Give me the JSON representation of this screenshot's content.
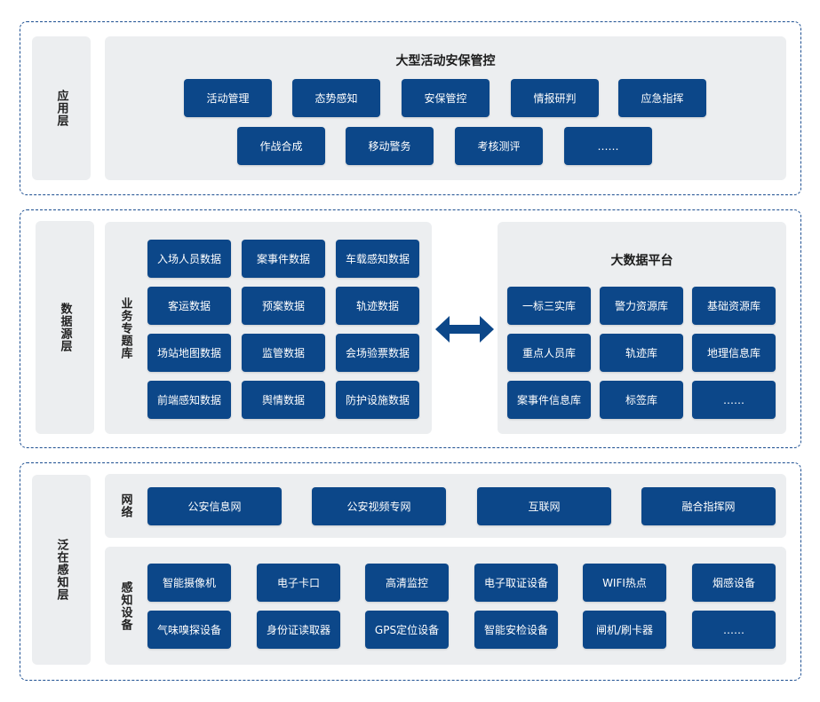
{
  "application_layer": {
    "label": "应用层",
    "title": "大型活动安保管控",
    "row1": [
      "活动管理",
      "态势感知",
      "安保管控",
      "情报研判",
      "应急指挥"
    ],
    "row2": [
      "作战合成",
      "移动警务",
      "考核测评",
      "……"
    ]
  },
  "data_layer": {
    "label": "数据源层",
    "business_label": "业务专题库",
    "business_items": [
      [
        "入场人员数据",
        "案事件数据",
        "车载感知数据"
      ],
      [
        "客运数据",
        "预案数据",
        "轨迹数据"
      ],
      [
        "场站地图数据",
        "监管数据",
        "会场验票数据"
      ],
      [
        "前端感知数据",
        "舆情数据",
        "防护设施数据"
      ]
    ],
    "platform_title": "大数据平台",
    "platform_items": [
      [
        "一标三实库",
        "警力资源库",
        "基础资源库"
      ],
      [
        "重点人员库",
        "轨迹库",
        "地理信息库"
      ],
      [
        "案事件信息库",
        "标签库",
        "……"
      ]
    ],
    "arrow_icon": "double-arrow-icon"
  },
  "perception_layer": {
    "label": "泛在感知层",
    "network_label": "网络",
    "networks": [
      "公安信息网",
      "公安视频专网",
      "互联网",
      "融合指挥网"
    ],
    "device_label": "感知设备",
    "devices_row1": [
      "智能摄像机",
      "电子卡口",
      "高清监控",
      "电子取证设备",
      "WIFI热点",
      "烟感设备"
    ],
    "devices_row2": [
      "气味嗅探设备",
      "身份证读取器",
      "GPS定位设备",
      "智能安检设备",
      "闸机/刷卡器",
      "……"
    ]
  },
  "colors": {
    "box": "#0c4789",
    "panel": "#eceef0",
    "border": "#1d4f91"
  }
}
